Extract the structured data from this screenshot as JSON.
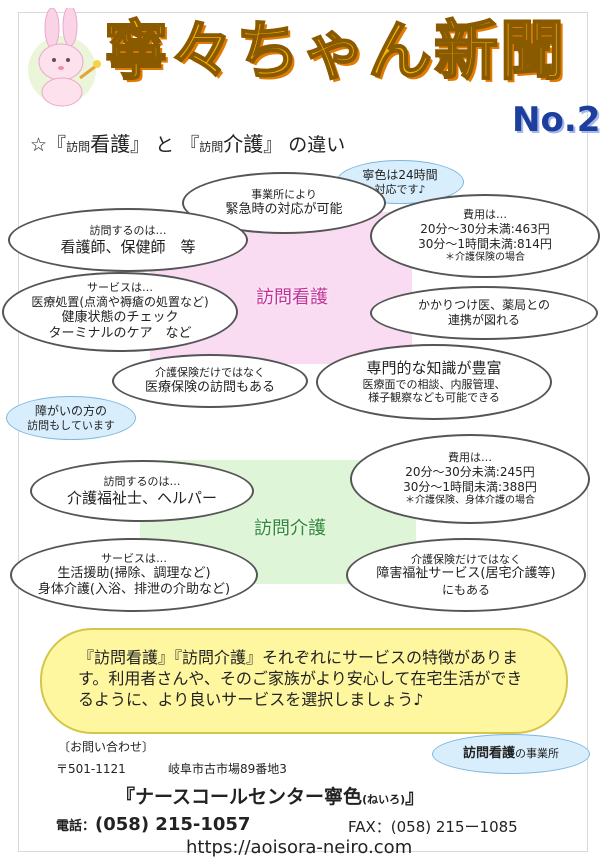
{
  "header": {
    "title": "寧々ちゃん新聞",
    "issue": "No.2"
  },
  "heading": {
    "star": "☆",
    "q1": "『",
    "prefix": "訪問",
    "kango": "看護",
    "q2": "』",
    "to": " と ",
    "kaigo": "介護",
    "no_chigai": " の違い"
  },
  "nursing": {
    "center": "訪問看護",
    "tag_24h": [
      "寧色は24時間",
      "対応です♪"
    ],
    "emergency": [
      "事業所により",
      "緊急時の対応が可能"
    ],
    "who_small": "訪問するのは…",
    "who_big": "看護師、保健師　等",
    "fee": [
      "費用は…",
      "20分～30分未満:463円",
      "30分～1時間未満:814円",
      "＊介護保険の場合"
    ],
    "service_small": "サービスは…",
    "service": [
      "医療処置(点滴や褥瘡の処置など)",
      "健康状態のチェック",
      "ターミナルのケア　など"
    ],
    "coordination": [
      "かかりつけ医、薬局との",
      "連携が図れる"
    ],
    "insurance": [
      "介護保険だけではなく",
      "医療保険の訪問もある"
    ],
    "expertise": [
      "専門的な知識が豊富",
      "医療面での相談、内服管理、",
      "様子観察なども可能できる"
    ],
    "disability_bubble": [
      "障がいの方の",
      "訪問もしています"
    ]
  },
  "care": {
    "center": "訪問介護",
    "who_small": "訪問するのは…",
    "who_big": "介護福祉士、ヘルパー",
    "fee": [
      "費用は…",
      "20分～30分未満:245円",
      "30分～1時間未満:388円",
      "＊介護保険、身体介護の場合"
    ],
    "service_small": "サービスは…",
    "service": [
      "生活援助(掃除、調理など)",
      "身体介護(入浴、排泄の介助など)"
    ],
    "welfare": [
      "介護保険だけではなく",
      "障害福祉サービス(居宅介護等)",
      "にもある"
    ]
  },
  "summary": "『訪問看護』『訪問介護』それぞれにサービスの特徴があります。利用者さんや、そのご家族がより安心して在宅生活ができるように、より良いサービスを選択しましょう♪",
  "contact": {
    "label": "〔お問い合わせ〕",
    "postal": "〒501-1121",
    "address": "岐阜市古市場89番地3",
    "office_bubble_main": "訪問看護",
    "office_bubble_rest": "の事業所",
    "org_open": "『ナースコールセンター寧色",
    "org_reading": "(ねいろ)",
    "org_close": "』",
    "tel_label": "電話：",
    "tel": "(058) 215-1057",
    "fax": "FAX：(058) 215ー1085",
    "url": "https://aoisora-neiro.com"
  }
}
